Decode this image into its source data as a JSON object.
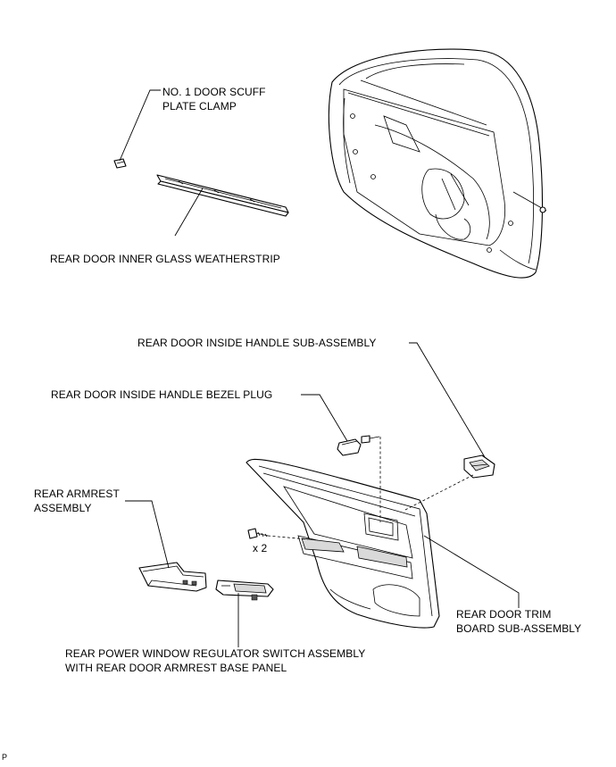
{
  "labels": {
    "scuff_clamp_line1": "NO. 1 DOOR SCUFF",
    "scuff_clamp_line2": "PLATE CLAMP",
    "weatherstrip": "REAR DOOR INNER GLASS WEATHERSTRIP",
    "inside_handle": "REAR DOOR INSIDE HANDLE SUB-ASSEMBLY",
    "bezel_plug": "REAR DOOR INSIDE HANDLE BEZEL PLUG",
    "armrest_line1": "REAR ARMREST",
    "armrest_line2": "ASSEMBLY",
    "screw_qty": "x 2",
    "trim_board_line1": "REAR DOOR TRIM",
    "trim_board_line2": "BOARD SUB-ASSEMBLY",
    "switch_line1": "REAR POWER WINDOW REGULATOR SWITCH ASSEMBLY",
    "switch_line2": "WITH REAR DOOR ARMREST BASE PANEL"
  },
  "reference_mark": "P"
}
